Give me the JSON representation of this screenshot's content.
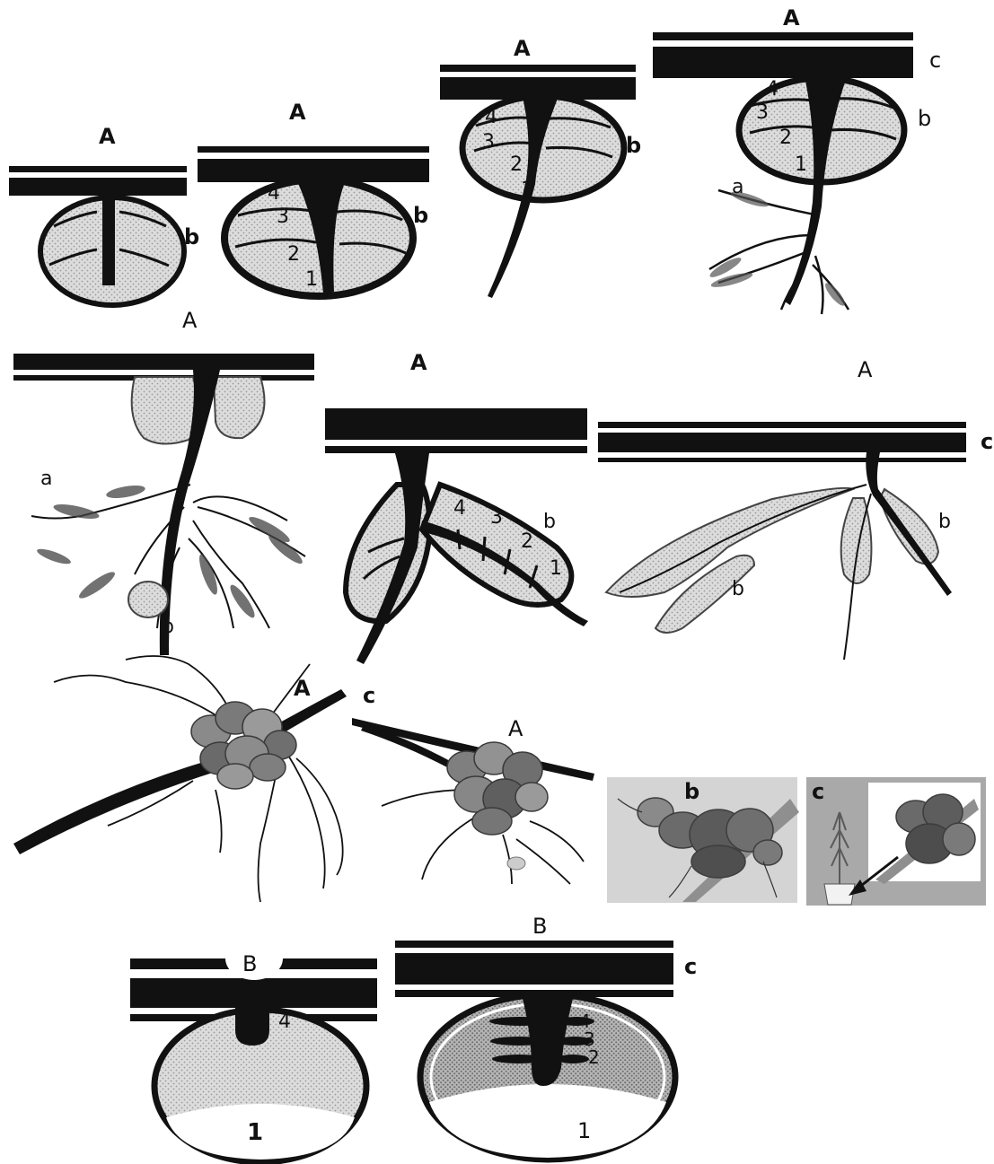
{
  "labels": {
    "A": "A",
    "B": "B",
    "a": "a",
    "b": "b",
    "c": "c",
    "n1": "1",
    "n2": "2",
    "n3": "3",
    "n4": "4"
  },
  "colors": {
    "ink": "#111111",
    "bead_fill": "#d9d9d9",
    "bead_stroke": "#4a4a4a",
    "gall_fill": "#7d7d7d",
    "gall_dark": "#4e4e4e",
    "photo_bg": "#cfcfcf",
    "paper": "#ffffff"
  }
}
